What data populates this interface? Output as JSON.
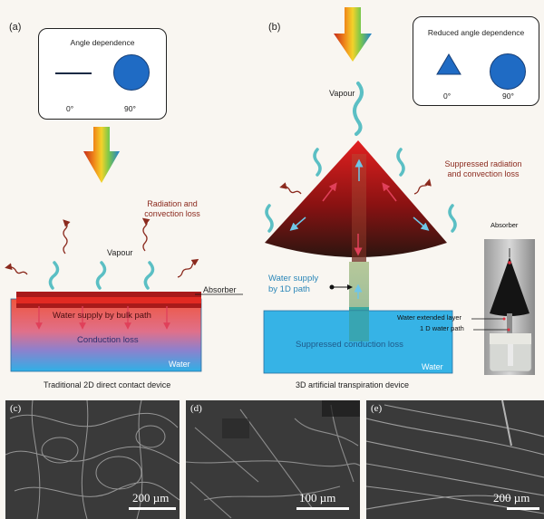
{
  "panel_a": {
    "label": "(a)",
    "inset": {
      "title": "Angle dependence",
      "deg_0": "0°",
      "deg_90": "90°"
    },
    "radiation_label_1": "Radiation and",
    "radiation_label_2": "convection loss",
    "vapour_label": "Vapour",
    "absorber_label": "Absorber",
    "water_supply_label": "Water supply by bulk path",
    "conduction_label": "Conduction loss",
    "water_label": "Water",
    "caption": "Traditional 2D direct contact device"
  },
  "panel_b": {
    "label": "(b)",
    "inset": {
      "title": "Reduced angle dependence",
      "deg_0": "0°",
      "deg_90": "90°"
    },
    "vapour_label": "Vapour",
    "suppressed_radiation_1": "Suppressed radiation",
    "suppressed_radiation_2": "and convection loss",
    "water_supply_1": "Water supply",
    "water_supply_2": "by 1D path",
    "suppressed_conduction": "Suppressed conduction loss",
    "water_label": "Water",
    "caption": "3D artificial transpiration device",
    "photo": {
      "absorber_label": "Absorber",
      "extended_layer_label": "Water extended layer",
      "path_label": "1 D water path"
    }
  },
  "sem_images": [
    {
      "label": "(c)",
      "scale": "200 µm"
    },
    {
      "label": "(d)",
      "scale": "100 µm"
    },
    {
      "label": "(e)",
      "scale": "200 µm"
    }
  ],
  "colors": {
    "shape_blue": "#1f6bc4",
    "vapour_teal": "#5bbfc4",
    "loss_red": "#8b2a1e",
    "water_blue": "#36b3e6",
    "absorber_red": "#c8201c"
  }
}
